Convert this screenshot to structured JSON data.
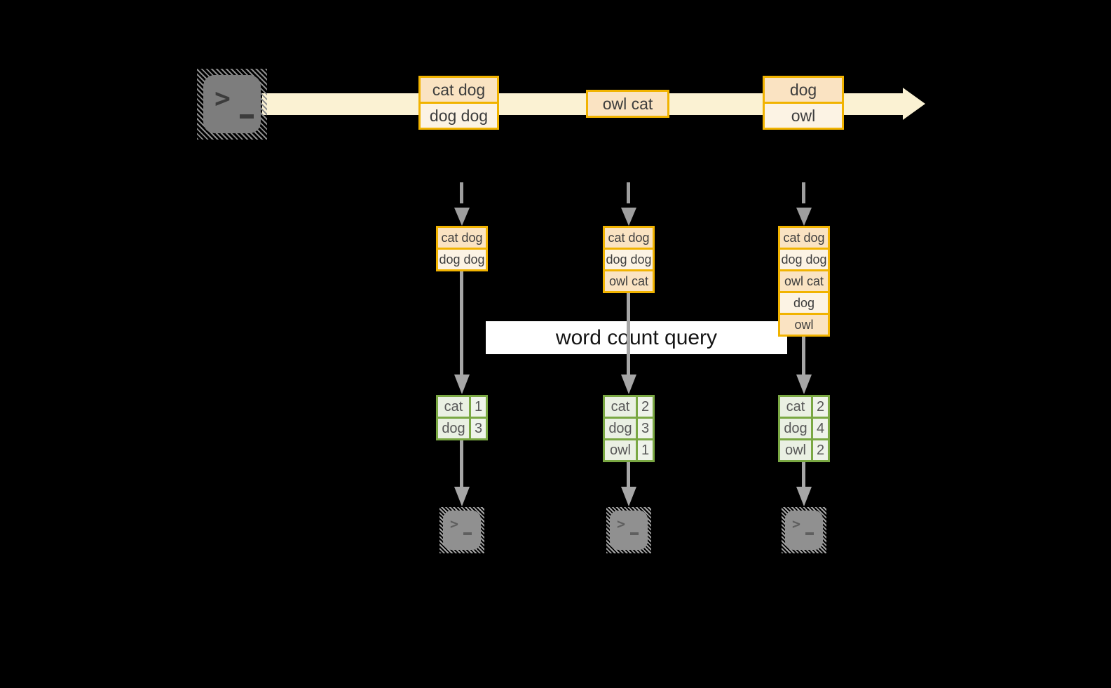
{
  "diagram": {
    "query_label": "word count query",
    "terminal_prompt": ">",
    "stream_events": [
      {
        "rows": [
          "cat dog",
          "dog dog"
        ]
      },
      {
        "rows": [
          "owl cat"
        ]
      },
      {
        "rows": [
          "dog",
          "owl"
        ]
      }
    ],
    "tasks": [
      {
        "state_rows": [
          "cat dog",
          "dog dog"
        ],
        "counts": [
          {
            "word": "cat",
            "value": "1"
          },
          {
            "word": "dog",
            "value": "3"
          }
        ]
      },
      {
        "state_rows": [
          "cat dog",
          "dog dog",
          "owl cat"
        ],
        "counts": [
          {
            "word": "cat",
            "value": "2"
          },
          {
            "word": "dog",
            "value": "3"
          },
          {
            "word": "owl",
            "value": "1"
          }
        ]
      },
      {
        "state_rows": [
          "cat dog",
          "dog dog",
          "owl cat",
          "dog",
          "owl"
        ],
        "counts": [
          {
            "word": "cat",
            "value": "2"
          },
          {
            "word": "dog",
            "value": "4"
          },
          {
            "word": "owl",
            "value": "2"
          }
        ]
      }
    ],
    "icons": {
      "source": "terminal-icon",
      "sinks": [
        "terminal-icon",
        "terminal-icon",
        "terminal-icon"
      ]
    },
    "colors": {
      "stream_band": "#FBF2D3",
      "box_border": "#F1B300",
      "row_peach": "#FAE3C2",
      "row_cream": "#FCF3E4",
      "table_border": "#7AA843",
      "table_cell_word": "#EAF0E3",
      "table_cell_val": "#EFF3EA",
      "label_bg": "#FFFFFF",
      "text_dark": "#3D3D3D"
    }
  }
}
